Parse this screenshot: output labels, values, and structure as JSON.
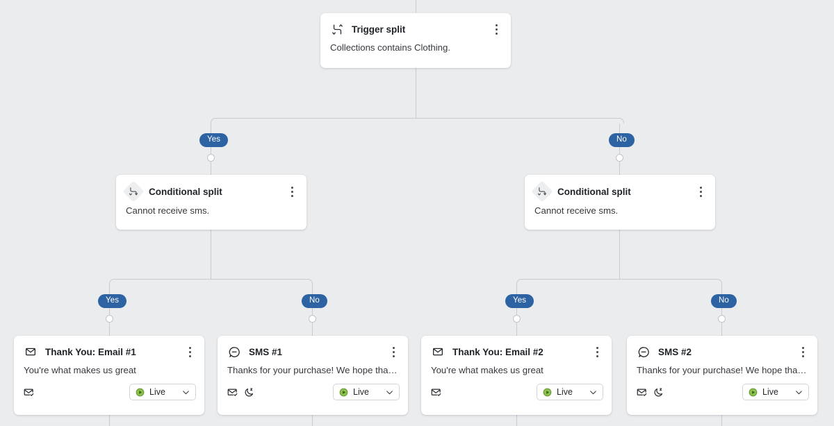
{
  "canvas": {
    "background_color": "#ebecee",
    "connector_color": "#c9cbce",
    "branch_pill_color": "#2d62a3",
    "live_status_color": "#6aa033"
  },
  "nodes": {
    "trigger_split": {
      "icon": "trigger-split-icon",
      "title": "Trigger split",
      "body": "Collections contains Clothing.",
      "menu": "kebab-menu"
    },
    "conditional_split_left": {
      "icon": "conditional-split-icon",
      "title": "Conditional split",
      "body": "Cannot receive sms.",
      "menu": "kebab-menu"
    },
    "conditional_split_right": {
      "icon": "conditional-split-icon",
      "title": "Conditional split",
      "body": "Cannot receive sms.",
      "menu": "kebab-menu"
    },
    "message_1": {
      "icon": "email-icon",
      "title": "Thank You: Email #1",
      "body": "You're what makes us great",
      "footer_icons": [
        "email-check-icon"
      ],
      "status": "Live"
    },
    "message_2": {
      "icon": "sms-icon",
      "title": "SMS #1",
      "body": "Thanks for your purchase! We hope that ...",
      "footer_icons": [
        "email-check-icon",
        "quiet-hours-moon-icon"
      ],
      "status": "Live"
    },
    "message_3": {
      "icon": "email-icon",
      "title": "Thank You: Email #2",
      "body": "You're what makes us great",
      "footer_icons": [
        "email-check-icon"
      ],
      "status": "Live"
    },
    "message_4": {
      "icon": "sms-icon",
      "title": "SMS #2",
      "body": "Thanks for your purchase! We hope that ...",
      "footer_icons": [
        "email-check-icon",
        "quiet-hours-moon-icon"
      ],
      "status": "Live"
    }
  },
  "branches": {
    "trigger_yes": "Yes",
    "trigger_no": "No",
    "left_yes": "Yes",
    "left_no": "No",
    "right_yes": "Yes",
    "right_no": "No"
  }
}
